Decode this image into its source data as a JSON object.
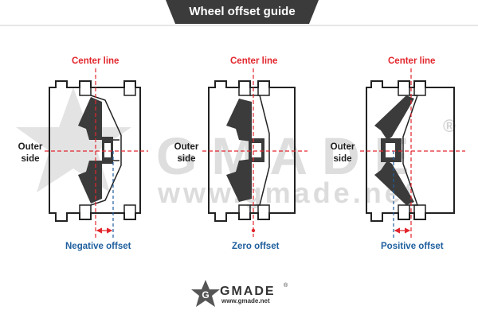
{
  "title": "Wheel offset guide",
  "colors": {
    "header": "#3b3b3b",
    "center_line": "#e2262d",
    "offset_line": "#1f5f9e",
    "wheel_fill": "#3b3b3b",
    "watermark": "#d7d7d7"
  },
  "diagrams": [
    {
      "center_label": "Center line",
      "side_label_1": "Outer",
      "side_label_2": "side",
      "offset_label": "Negative offset"
    },
    {
      "center_label": "Center line",
      "side_label_1": "Outer",
      "side_label_2": "side",
      "offset_label": "Zero offset"
    },
    {
      "center_label": "Center line",
      "side_label_1": "Outer",
      "side_label_2": "side",
      "offset_label": "Positive offset"
    }
  ],
  "watermark": {
    "brand": "GMADE",
    "url": "www.gmade.net",
    "reg_mark": "®"
  },
  "footer": {
    "brand": "GMADE",
    "url": "www.gmade.net",
    "reg_mark": "®"
  }
}
